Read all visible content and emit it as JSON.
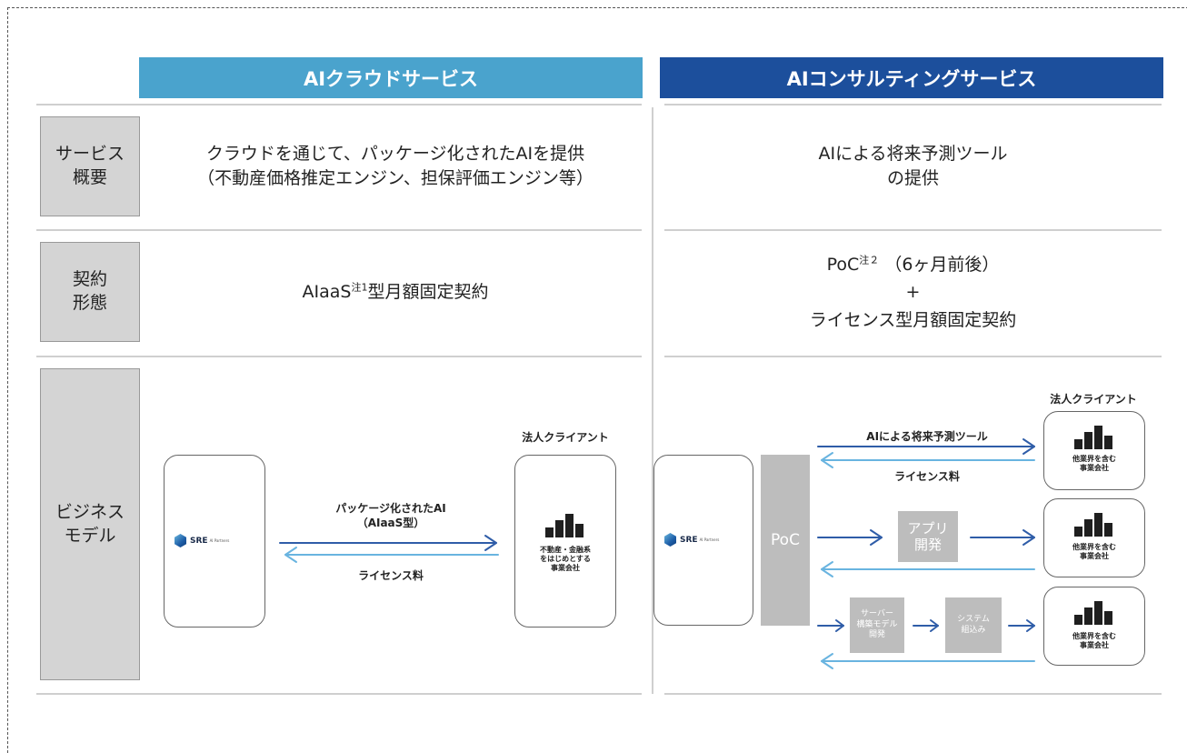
{
  "headers": {
    "cloud": "AIクラウドサービス",
    "consulting": "AIコンサルティングサービス"
  },
  "colors": {
    "cloud_header": "#4aa3cd",
    "consulting_header": "#1c4f9c",
    "arrow_dark": "#2f5da8",
    "arrow_light": "#69b4e0"
  },
  "rows": {
    "overview": {
      "label": [
        "サービス",
        "概要"
      ],
      "cloud": [
        "クラウドを通じて、パッケージ化されたAIを提供",
        "（不動産価格推定エンジン、担保評価エンジン等）"
      ],
      "consulting": [
        "AIによる将来予測ツール",
        "の提供"
      ]
    },
    "contract": {
      "label": [
        "契約",
        "形態"
      ],
      "cloud_main": "AIaaS",
      "cloud_note": "注1",
      "cloud_tail": "型月額固定契約",
      "consulting_poc": "PoC",
      "consulting_note": "注２",
      "consulting_poc_tail": "（6ヶ月前後）",
      "consulting_plus": "+",
      "consulting_license": "ライセンス型月額固定契約"
    },
    "business": {
      "label": [
        "ビジネス",
        "モデル"
      ]
    }
  },
  "cloud_model": {
    "logo_text": "SRE",
    "logo_sub": "AI Partners",
    "client_title": "法人クライアント",
    "client_desc": [
      "不動産・金融系",
      "をはじめとする",
      "事業会社"
    ],
    "arrow_top_label": [
      "パッケージ化されたAI",
      "（AIaaS型）"
    ],
    "arrow_bottom_label": "ライセンス料"
  },
  "consulting_model": {
    "logo_text": "SRE",
    "logo_sub": "AI Partners",
    "poc_label": "PoC",
    "client_title": "法人クライアント",
    "client_desc": [
      "他業界を含む",
      "事業会社"
    ],
    "tool_label": "AIによる将来予測ツール",
    "license_label": "ライセンス料",
    "app_dev": [
      "アプリ",
      "開発"
    ],
    "server_dev": [
      "サーバー",
      "構築モデル",
      "開発"
    ],
    "system_integration": [
      "システム",
      "組込み"
    ]
  }
}
